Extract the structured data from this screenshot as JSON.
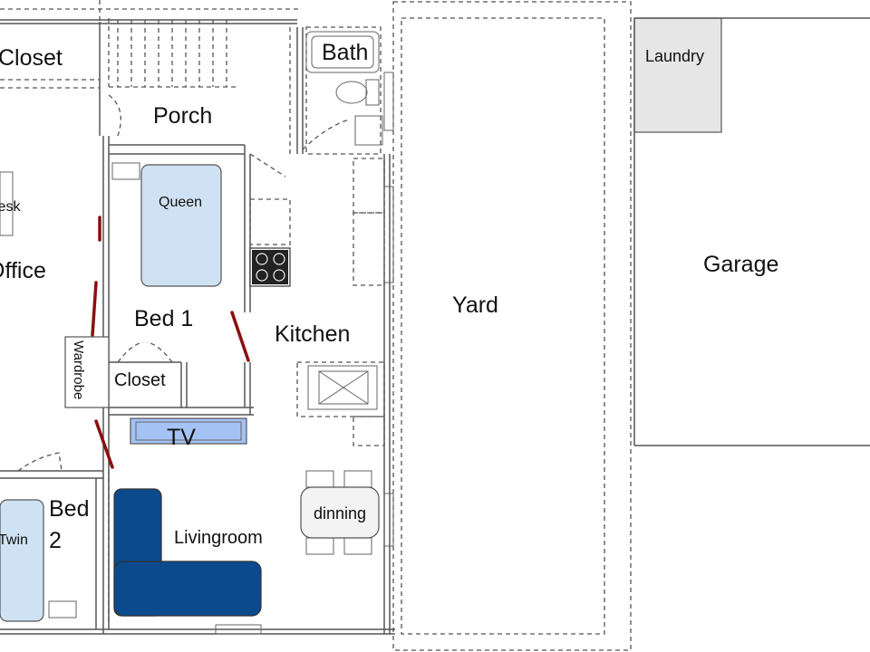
{
  "rooms": {
    "closet_top": "Closet",
    "porch": "Porch",
    "bath": "Bath",
    "laundry": "Laundry",
    "desk": "Desk",
    "office": "Office",
    "queen": "Queen",
    "garage": "Garage",
    "yard": "Yard",
    "bed1": "Bed 1",
    "kitchen": "Kitchen",
    "wardrobe": "Wardrobe",
    "closet_mid": "Closet",
    "tv": "TV",
    "bed2_line1": "Bed",
    "bed2_line2": "2",
    "twin": "Twin",
    "dinning": "dinning",
    "livingroom": "Livingroom"
  },
  "colors": {
    "bed_fill": "#cfe2f3",
    "sofa_fill": "#0b4a8c",
    "tv_fill": "#a4c2f4",
    "laundry_fill": "#e6e6e6",
    "door_color": "#8b0f0f",
    "wall_color": "#555555"
  }
}
